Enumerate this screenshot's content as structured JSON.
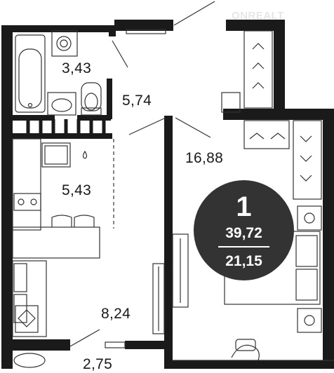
{
  "watermark": "ONREALT",
  "badge": {
    "rooms": "1",
    "total_area": "39,72",
    "living_area": "21,15"
  },
  "rooms": {
    "bathroom": "3,43",
    "hall": "5,74",
    "bedroom": "16,88",
    "kitchen": "5,43",
    "lounge": "8,24",
    "balcony": "2,75"
  },
  "colors": {
    "wall": "#1a1a1a",
    "line": "#333333",
    "badge": "#333333",
    "badge_text": "#ffffff",
    "watermark": "#e6e6e6"
  }
}
